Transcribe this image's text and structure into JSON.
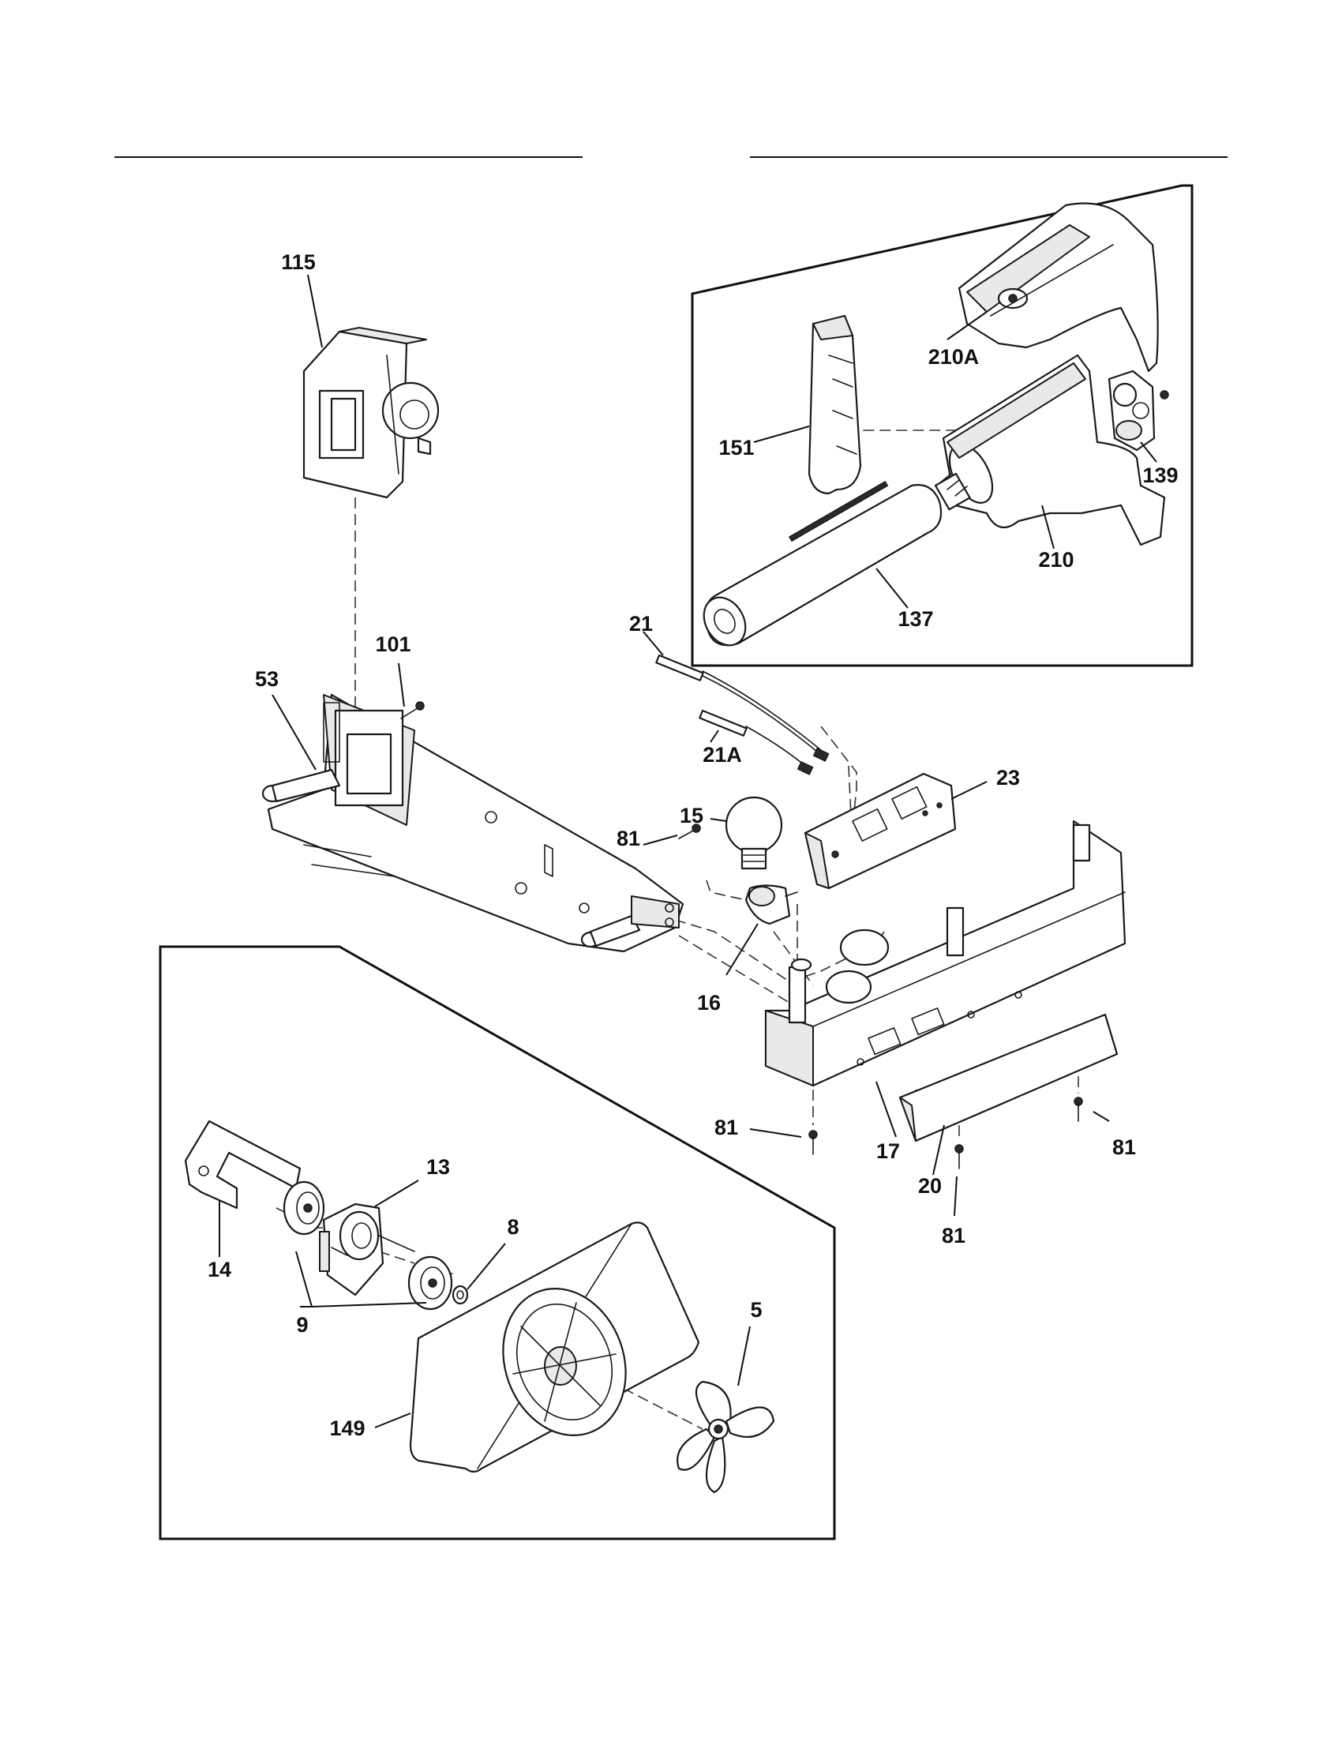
{
  "callouts": [
    {
      "id": "115",
      "label": "115"
    },
    {
      "id": "210A",
      "label": "210A"
    },
    {
      "id": "151",
      "label": "151"
    },
    {
      "id": "139",
      "label": "139"
    },
    {
      "id": "210",
      "label": "210"
    },
    {
      "id": "137",
      "label": "137"
    },
    {
      "id": "21",
      "label": "21"
    },
    {
      "id": "101",
      "label": "101"
    },
    {
      "id": "53",
      "label": "53"
    },
    {
      "id": "21A",
      "label": "21A"
    },
    {
      "id": "23",
      "label": "23"
    },
    {
      "id": "15",
      "label": "15"
    },
    {
      "id": "81a",
      "label": "81"
    },
    {
      "id": "16",
      "label": "16"
    },
    {
      "id": "81b",
      "label": "81"
    },
    {
      "id": "17",
      "label": "17"
    },
    {
      "id": "81c",
      "label": "81"
    },
    {
      "id": "20",
      "label": "20"
    },
    {
      "id": "81d",
      "label": "81"
    },
    {
      "id": "13",
      "label": "13"
    },
    {
      "id": "8",
      "label": "8"
    },
    {
      "id": "14",
      "label": "14"
    },
    {
      "id": "9",
      "label": "9"
    },
    {
      "id": "5",
      "label": "5"
    },
    {
      "id": "149",
      "label": "149"
    }
  ]
}
